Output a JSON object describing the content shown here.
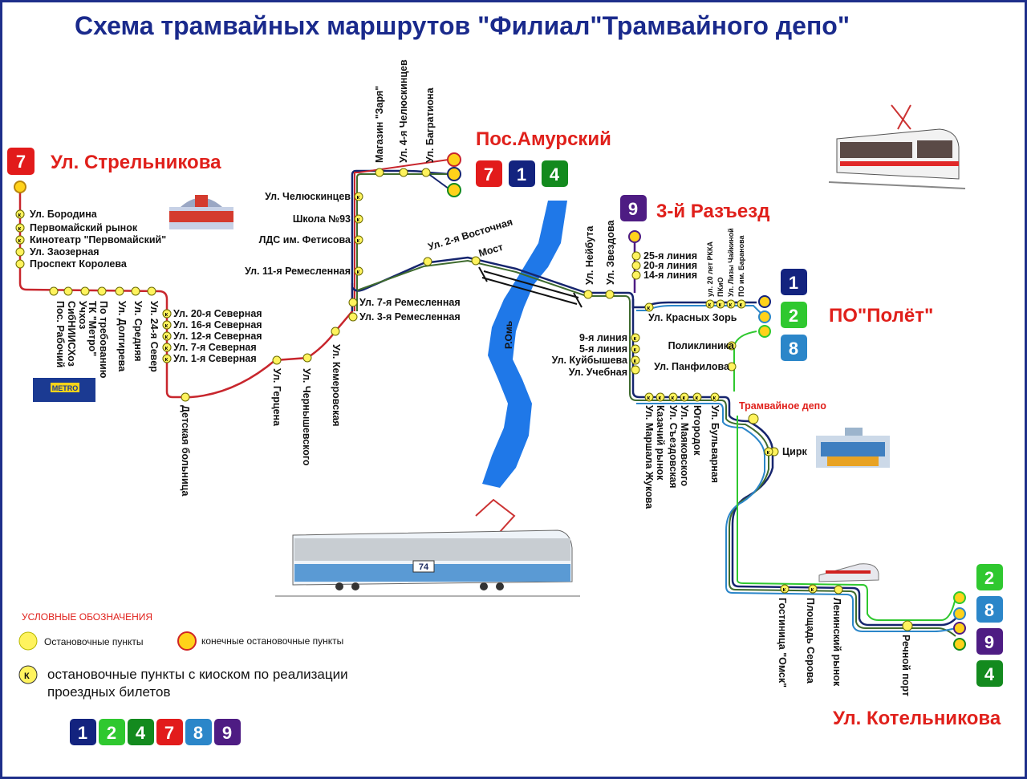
{
  "title": "Схема трамвайных маршрутов \"Филиал\"Трамвайного депо\"",
  "colors": {
    "route_1": "#13237f",
    "route_2": "#2fc82f",
    "route_4": "#138a1e",
    "route_7": "#e21b1b",
    "route_8": "#2b86c9",
    "route_9": "#4e1c83",
    "route_red_line": "#c8262d",
    "route_dark_line": "#16256e",
    "route_olive_line": "#3f6b2e",
    "stop_fill": "#fff35e",
    "river": "#1f78e8",
    "title": "#1a2a8c",
    "terminal": "#e0201b"
  },
  "terminals": {
    "strelnikova": {
      "name": "Ул. Стрельникова",
      "routes": [
        "7"
      ]
    },
    "amursky": {
      "name": "Пос.Амурский",
      "routes": [
        "7",
        "1",
        "4"
      ]
    },
    "razezd": {
      "name": "3-й Разъезд",
      "routes": [
        "9"
      ]
    },
    "polet": {
      "name": "ПО\"Полёт\"",
      "routes": [
        "1",
        "2",
        "8"
      ]
    },
    "kotelnikova": {
      "name": "Ул. Котельникова",
      "routes": [
        "2",
        "8",
        "9",
        "4"
      ]
    }
  },
  "stops": {
    "borodina": "Ул. Бородина",
    "pervomaysky_rynok": "Первомайский рынок",
    "kinoteatr": "Кинотеатр \"Первомайский\"",
    "zaozernaya": "Ул. Заозерная",
    "koroleva": "Проспект Королева",
    "pos_rabochiy": "Пос. Рабочий",
    "sibniishoz": "СибНИИСХоз",
    "uchkhoz": "Учхоз",
    "tk_metro": "ТК \"Метро\"",
    "po_trebovaniyu": "По требованию",
    "dolgireva": "Ул. Долгирева",
    "srednyaya": "Ул. Средняя",
    "sever_24": "Ул. 24-я Север",
    "sev_20": "Ул. 20-я Северная",
    "sev_16": "Ул. 16-я Северная",
    "sev_12": "Ул. 12-я Северная",
    "sev_7": "Ул. 7-я Северная",
    "sev_1": "Ул. 1-я Северная",
    "detskaya": "Детская больница",
    "gertsena": "Ул. Герцена",
    "chernyshevskogo": "Ул. Чернышевского",
    "kemerovskaya": "Ул. Кемеровская",
    "remeslennaya_3": "Ул. 3-я Ремесленная",
    "remeslennaya_7": "Ул. 7-я Ремесленная",
    "remeslennaya_11": "Ул. 11-я Ремесленная",
    "lds": "ЛДС им. Фетисова",
    "shkola_93": "Школа №93",
    "chelyuskintsev": "Ул. Челюскинцев",
    "magazin_zarya": "Магазин \"Заря\"",
    "chelyuskintsev_4": "Ул. 4-я Челюскинцев",
    "bagrationa": "Ул. Багратиона",
    "vostochnaya_2": "Ул. 2-я Восточная",
    "most": "Мост",
    "zvezdova": "Ул. Звездова",
    "neybuta": "Ул. Нейбута",
    "liniya_25": "25-я линия",
    "liniya_20": "20-я линия",
    "liniya_14": "14-я линия",
    "rkka": "ул. 20 лет РККА",
    "pkio": "ПКиО",
    "lizy_chaykinoy": "Ул. Лизы Чайкиной",
    "po_baranova": "ПО им. Баранова",
    "krasnykh_zor": "Ул. Красных Зорь",
    "poliklinika": "Поликлиника",
    "panfilova": "Ул. Панфилова",
    "liniya_9": "9-я линия",
    "liniya_5": "5-я линия",
    "kuybysheva": "Ул. Куйбышева",
    "uchebnaya": "Ул. Учебная",
    "zhukova": "Ул. Маршала Жукова",
    "kazachiy": "Казачий рынок",
    "sezdovskaya": "Ул. Съездовская",
    "mayakovskogo": "Ул. Маяковского",
    "yugorodok": "Югородок",
    "bulvarnaya": "Ул. Бульварная",
    "depo": "Трамвайное депо",
    "tsirk": "Цирк",
    "gostinitsa": "Гостиница \"Омск\"",
    "serova": "Площадь Серова",
    "leninsky": "Ленинский рынок",
    "rechnoy": "Речной порт"
  },
  "river": {
    "name": "Р.Омь"
  },
  "legend": {
    "title": "УСЛОВНЫЕ ОБОЗНАЧЕНИЯ",
    "stop_points": "Остановочные пункты",
    "terminal_points": "конечные остановочные пункты",
    "kiosk_line1": "остановочные пункты с киоском по реализации",
    "kiosk_line2": "проездных билетов",
    "kiosk_mark": "К",
    "routes": [
      "1",
      "2",
      "4",
      "7",
      "8",
      "9"
    ]
  },
  "icons": {
    "tram_top": "tram-icon",
    "tram_bottom": "tram-icon",
    "train": "train-icon",
    "metro_store": "store-icon",
    "market": "market-building-icon",
    "circus": "circus-building-icon"
  },
  "tram_number": "74"
}
